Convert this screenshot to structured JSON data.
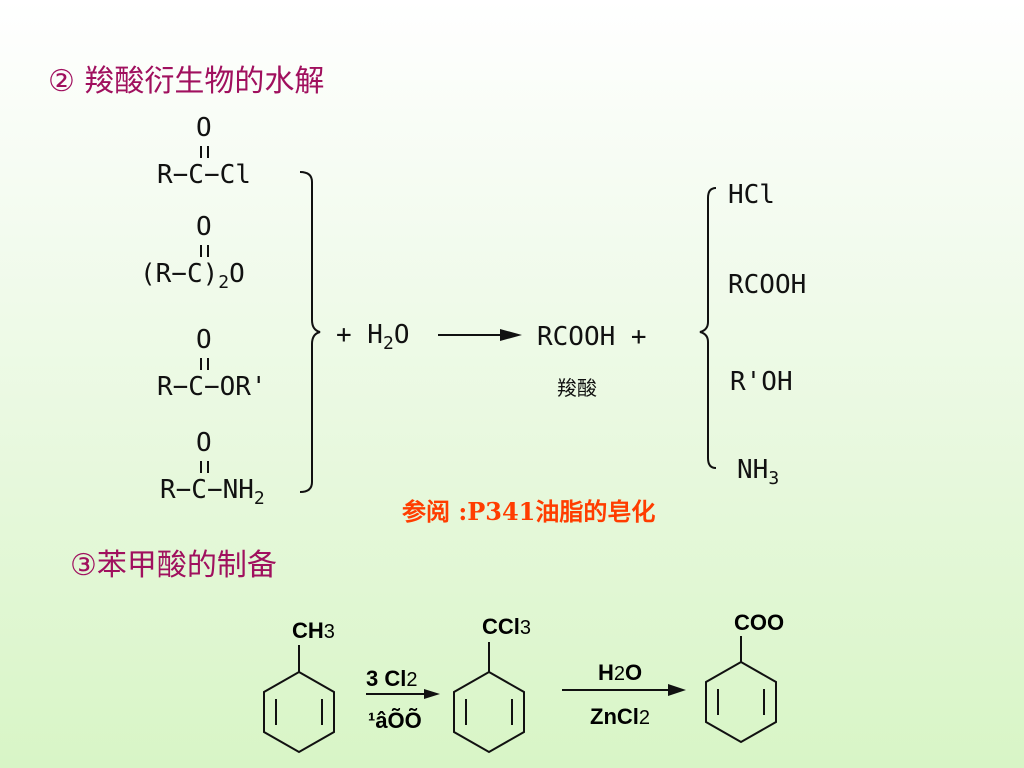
{
  "heading_2": "② 羧酸衍生物的水解",
  "heading_3": "③苯甲酸的制备",
  "reactants": {
    "acyl_chloride": {
      "o": "O",
      "formula": "R−C−Cl"
    },
    "anhydride": {
      "o": "O",
      "formula_pre": "(R−C)",
      "sub": "2",
      "formula_post": "O"
    },
    "ester": {
      "o": "O",
      "formula": "R−C−OR'"
    },
    "amide": {
      "o": "O",
      "formula": "R−C−NH",
      "sub": "2"
    }
  },
  "reagent": {
    "plus": "+ H",
    "sub": "2",
    "o": "O"
  },
  "product": {
    "formula": "RCOOH +",
    "label": "羧酸"
  },
  "byproducts": {
    "hcl": "HCl",
    "rcooh": "RCOOH",
    "alcohol": "R'OH",
    "ammonia": "NH",
    "ammonia_sub": "3"
  },
  "reference_note": "参阅 :P341油脂的皂化",
  "benzoic": {
    "toluene": {
      "label": "CH",
      "sub": "3"
    },
    "step1": {
      "reagent": "3 Cl",
      "sub": "2",
      "condition": "¹âÕÕ"
    },
    "trichloro": {
      "label": "CCl",
      "sub": "3"
    },
    "step2": {
      "top": "H",
      "top_sub": "2",
      "top_post": "O",
      "bottom": "ZnCl",
      "bottom_sub": "2"
    },
    "product": {
      "label": "COO"
    }
  }
}
